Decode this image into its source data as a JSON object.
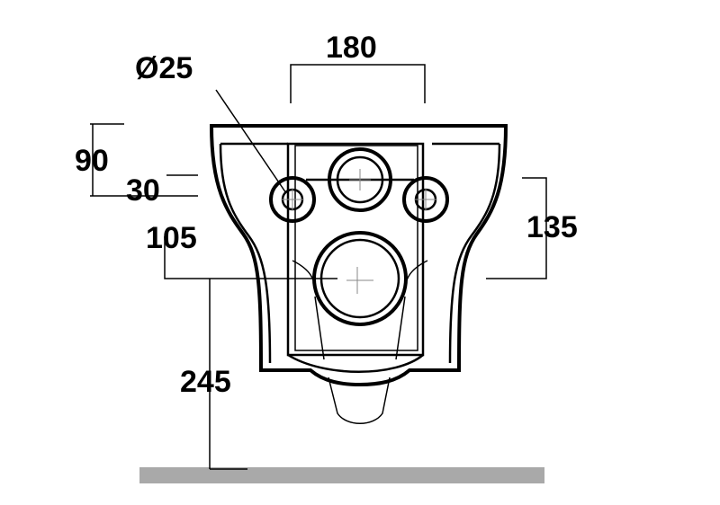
{
  "title": "Wall-hung toilet rear view dimensions",
  "dimensions": {
    "width_between_bolts": "180",
    "bolt_diameter": "Ø25",
    "top_to_inlet": "90",
    "inlet_offset": "30",
    "inlet_to_outlet": "105",
    "outlet_height": "245",
    "outlet_from_side": "135"
  },
  "colors": {
    "lines": "#000000",
    "floor": "#a9a9a9"
  }
}
